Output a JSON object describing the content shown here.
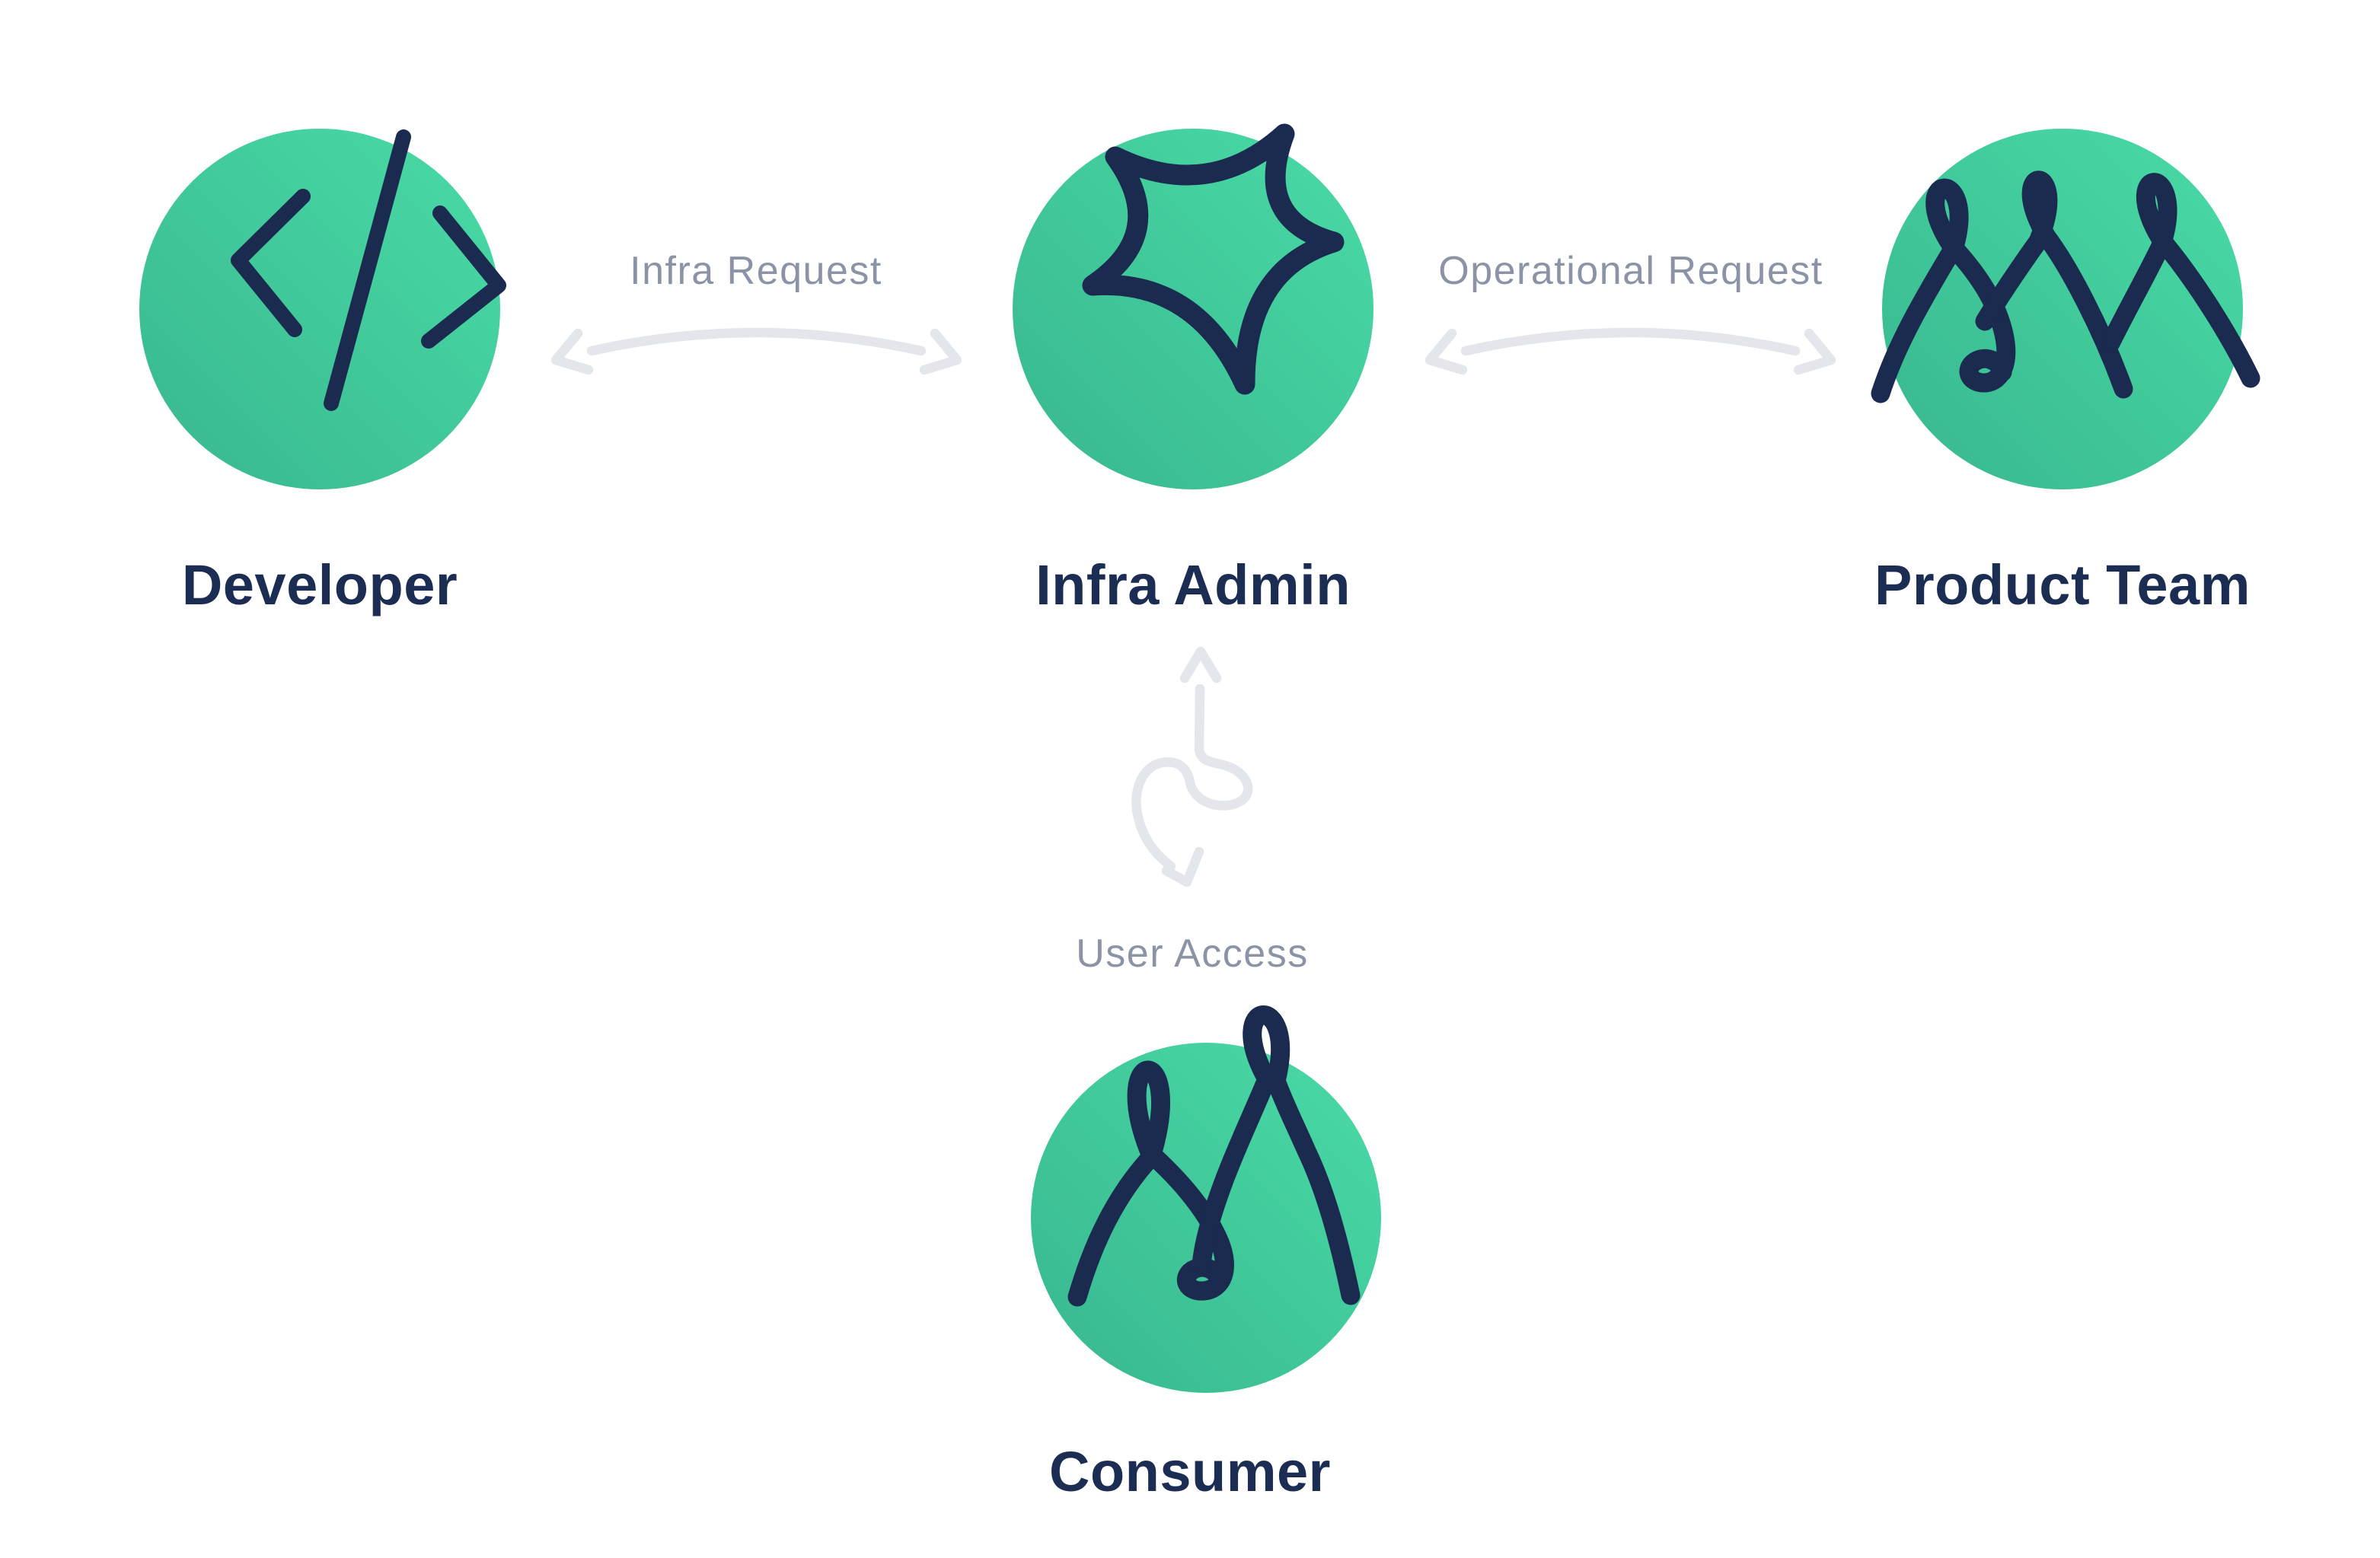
{
  "diagram": {
    "nodes": [
      {
        "id": "developer",
        "label": "Developer",
        "icon": "code-icon"
      },
      {
        "id": "infra-admin",
        "label": "Infra Admin",
        "icon": "spark-star-icon"
      },
      {
        "id": "product-team",
        "label": "Product Team",
        "icon": "team-loops-icon"
      },
      {
        "id": "consumer",
        "label": "Consumer",
        "icon": "people-loops-icon"
      }
    ],
    "edges": [
      {
        "label": "Infra Request",
        "from": "developer",
        "to": "infra-admin",
        "bidirectional": true,
        "style": "curved-double-arrow"
      },
      {
        "label": "Operational Request",
        "from": "product-team",
        "to": "infra-admin",
        "bidirectional": true,
        "style": "curved-double-arrow"
      },
      {
        "label": "User Access",
        "from": "consumer",
        "to": "infra-admin",
        "bidirectional": true,
        "style": "looped-double-arrow"
      }
    ],
    "colors": {
      "background": "#ffffff",
      "node_fill_light": "#48d8a4",
      "node_fill_dark": "#39b890",
      "icon_stroke": "#1a2b4f",
      "node_label_color": "#1b2d52",
      "edge_label_color": "#8b94a6",
      "arrow_color": "#e3e6ea"
    }
  }
}
